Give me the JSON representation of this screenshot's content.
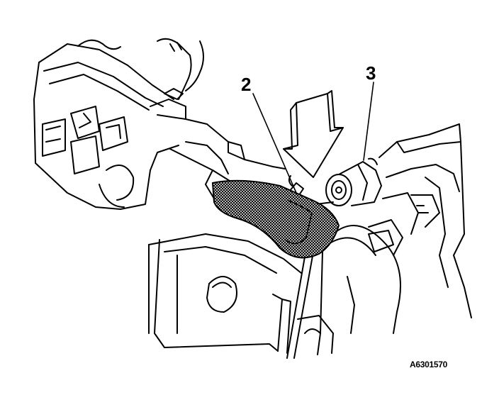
{
  "figure": {
    "callouts": [
      {
        "id": "callout-2",
        "text": "2"
      },
      {
        "id": "callout-3",
        "text": "3"
      }
    ],
    "reference_code": "A6301570",
    "colors": {
      "ink": "#000000",
      "paper": "#ffffff",
      "hatch": "#000000"
    }
  }
}
